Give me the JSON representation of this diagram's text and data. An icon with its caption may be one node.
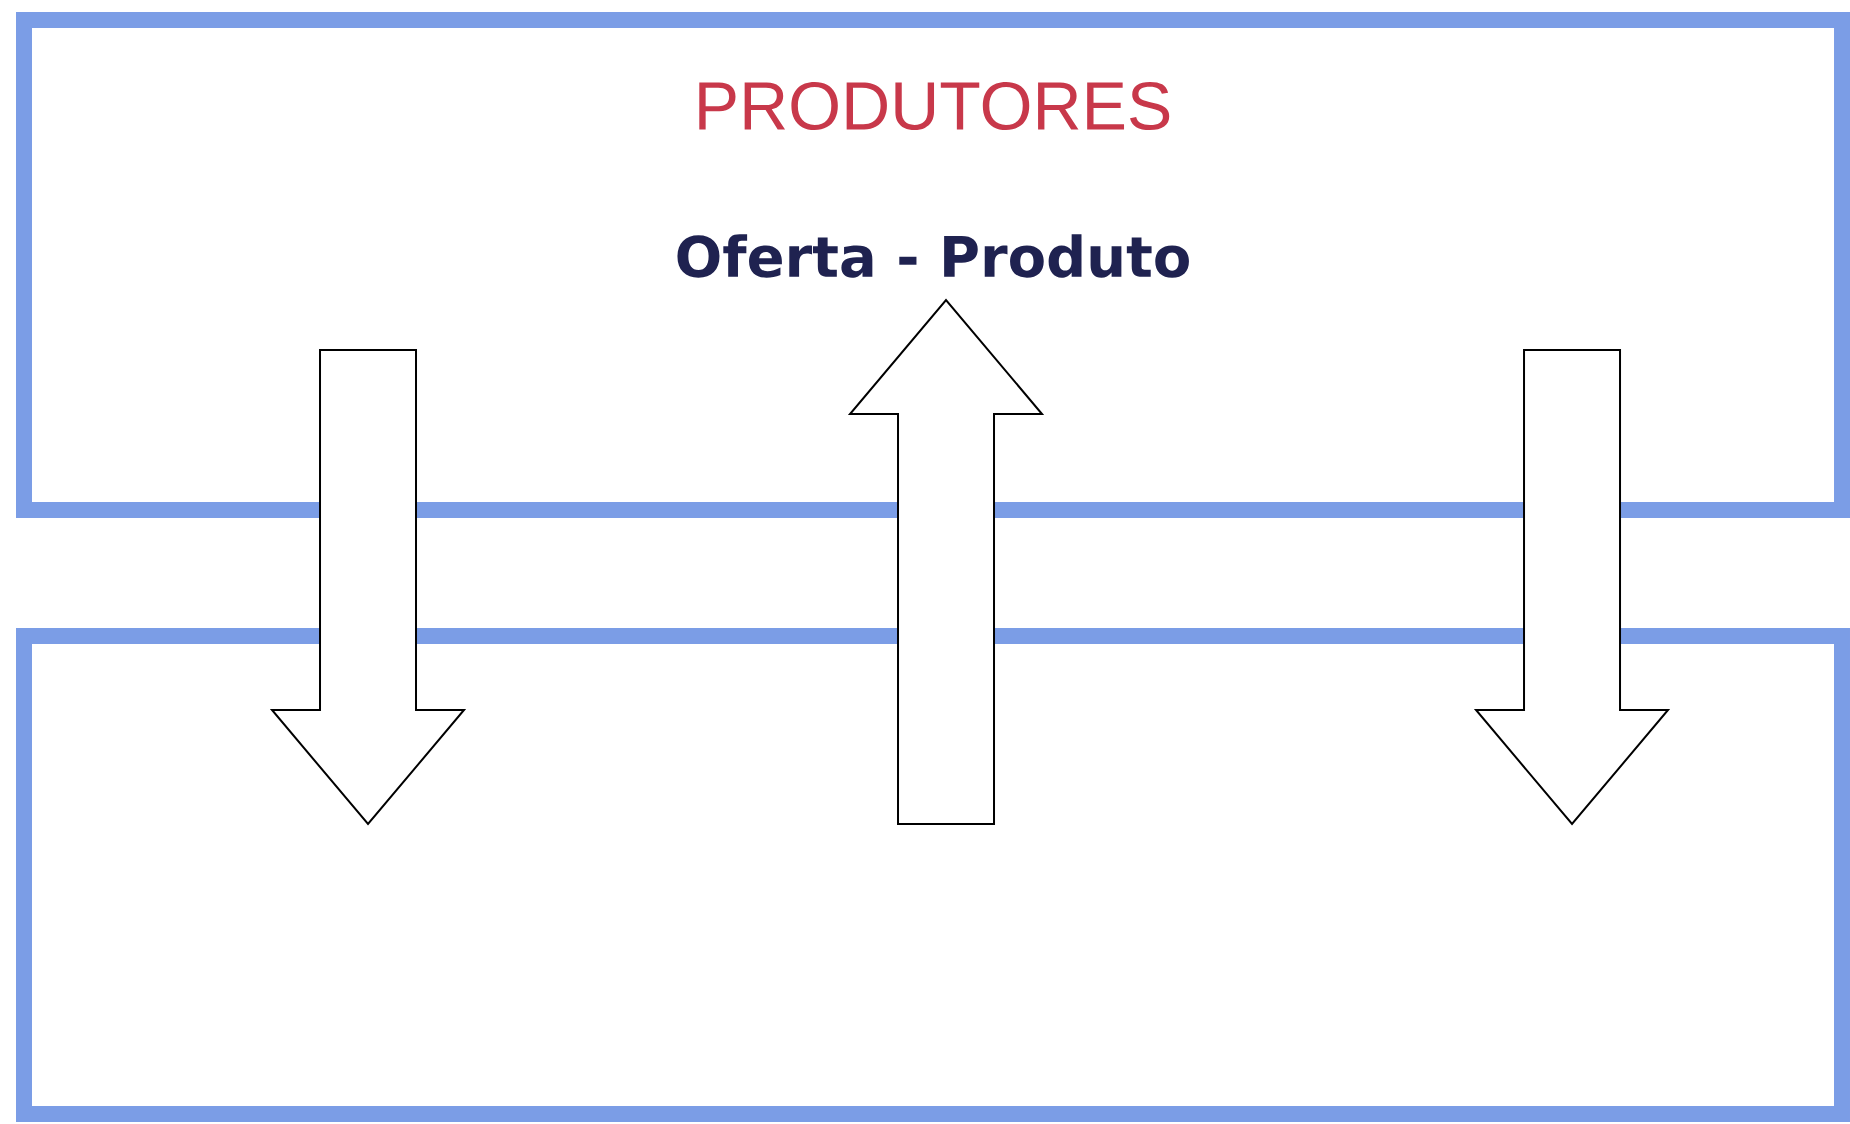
{
  "diagram": {
    "nodes": [
      {
        "text": [
          "PRODUTORES",
          "Oferta - Produto"
        ]
      },
      {
        "text": [],
        "shape": "box"
      }
    ],
    "edges": [
      {
        "from": 0,
        "to": 1,
        "arrow": "to"
      },
      {
        "from": 1,
        "to": 0,
        "arrow": "to"
      },
      {
        "from": 0,
        "to": 1,
        "arrow": "to"
      }
    ]
  }
}
